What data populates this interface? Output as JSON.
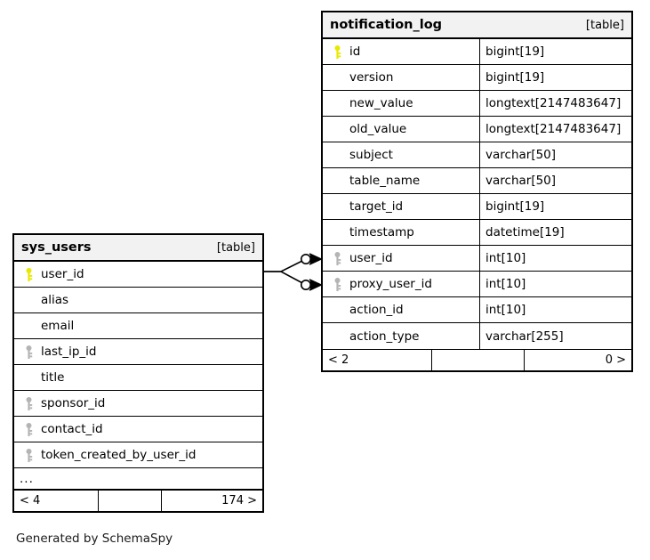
{
  "diagram": {
    "credit": "Generated by SchemaSpy",
    "notation": "crows-foot"
  },
  "tables": [
    {
      "id": "notification_log",
      "name": "notification_log",
      "kind": "[table]",
      "columns": [
        {
          "name": "id",
          "type": "bigint[19]",
          "key": "primary"
        },
        {
          "name": "version",
          "type": "bigint[19]",
          "key": "none"
        },
        {
          "name": "new_value",
          "type": "longtext[2147483647]",
          "key": "none"
        },
        {
          "name": "old_value",
          "type": "longtext[2147483647]",
          "key": "none"
        },
        {
          "name": "subject",
          "type": "varchar[50]",
          "key": "none"
        },
        {
          "name": "table_name",
          "type": "varchar[50]",
          "key": "none"
        },
        {
          "name": "target_id",
          "type": "bigint[19]",
          "key": "none"
        },
        {
          "name": "timestamp",
          "type": "datetime[19]",
          "key": "none"
        },
        {
          "name": "user_id",
          "type": "int[10]",
          "key": "foreign"
        },
        {
          "name": "proxy_user_id",
          "type": "int[10]",
          "key": "foreign"
        },
        {
          "name": "action_id",
          "type": "int[10]",
          "key": "none"
        },
        {
          "name": "action_type",
          "type": "varchar[255]",
          "key": "none"
        }
      ],
      "has_more_columns": false,
      "more_indicator": "",
      "footer": {
        "parents": "< 2",
        "middle": "",
        "children": "0 >"
      }
    },
    {
      "id": "sys_users",
      "name": "sys_users",
      "kind": "[table]",
      "columns": [
        {
          "name": "user_id",
          "type": "",
          "key": "primary"
        },
        {
          "name": "alias",
          "type": "",
          "key": "none"
        },
        {
          "name": "email",
          "type": "",
          "key": "none"
        },
        {
          "name": "last_ip_id",
          "type": "",
          "key": "foreign"
        },
        {
          "name": "title",
          "type": "",
          "key": "none"
        },
        {
          "name": "sponsor_id",
          "type": "",
          "key": "foreign"
        },
        {
          "name": "contact_id",
          "type": "",
          "key": "foreign"
        },
        {
          "name": "token_created_by_user_id",
          "type": "",
          "key": "foreign"
        }
      ],
      "has_more_columns": true,
      "more_indicator": "...",
      "footer": {
        "parents": "< 4",
        "middle": "",
        "children": "174 >"
      }
    }
  ],
  "relationships": [
    {
      "from_table": "sys_users",
      "from_column": "user_id",
      "to_table": "notification_log",
      "to_column": "user_id",
      "cardinality": "zero-or-many"
    },
    {
      "from_table": "sys_users",
      "from_column": "user_id",
      "to_table": "notification_log",
      "to_column": "proxy_user_id",
      "cardinality": "zero-or-many"
    }
  ],
  "colors": {
    "primary_key": "#e8e800",
    "foreign_key": "#b4b4b4",
    "header_background": "#f2f2f2",
    "border": "#000000",
    "background": "#ffffff"
  }
}
